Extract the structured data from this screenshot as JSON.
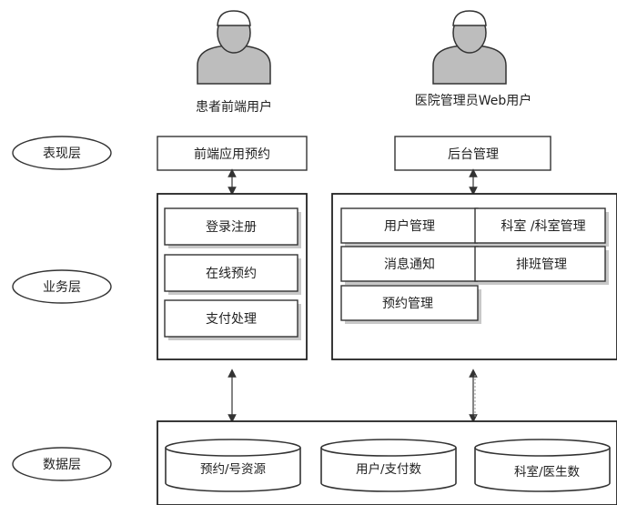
{
  "users": {
    "patient": "患者前端用户",
    "admin": "医院管理员Web用户"
  },
  "layers": {
    "presentation": "表现层",
    "business": "业务层",
    "data": "数据层"
  },
  "presentation": {
    "frontend_app": "前端应用预约",
    "backend_mgmt": "后台管理"
  },
  "business": {
    "patient_modules": [
      "登录注册",
      "在线预约",
      "支付处理"
    ],
    "admin_modules": [
      "用户管理",
      "科室 /科室管理",
      "消息通知",
      "排班管理",
      "预约管理"
    ]
  },
  "data": {
    "stores": [
      "预约/号资源",
      "用户/支付数",
      "科室/医生数"
    ]
  },
  "icons": {
    "user": "user-icon"
  }
}
